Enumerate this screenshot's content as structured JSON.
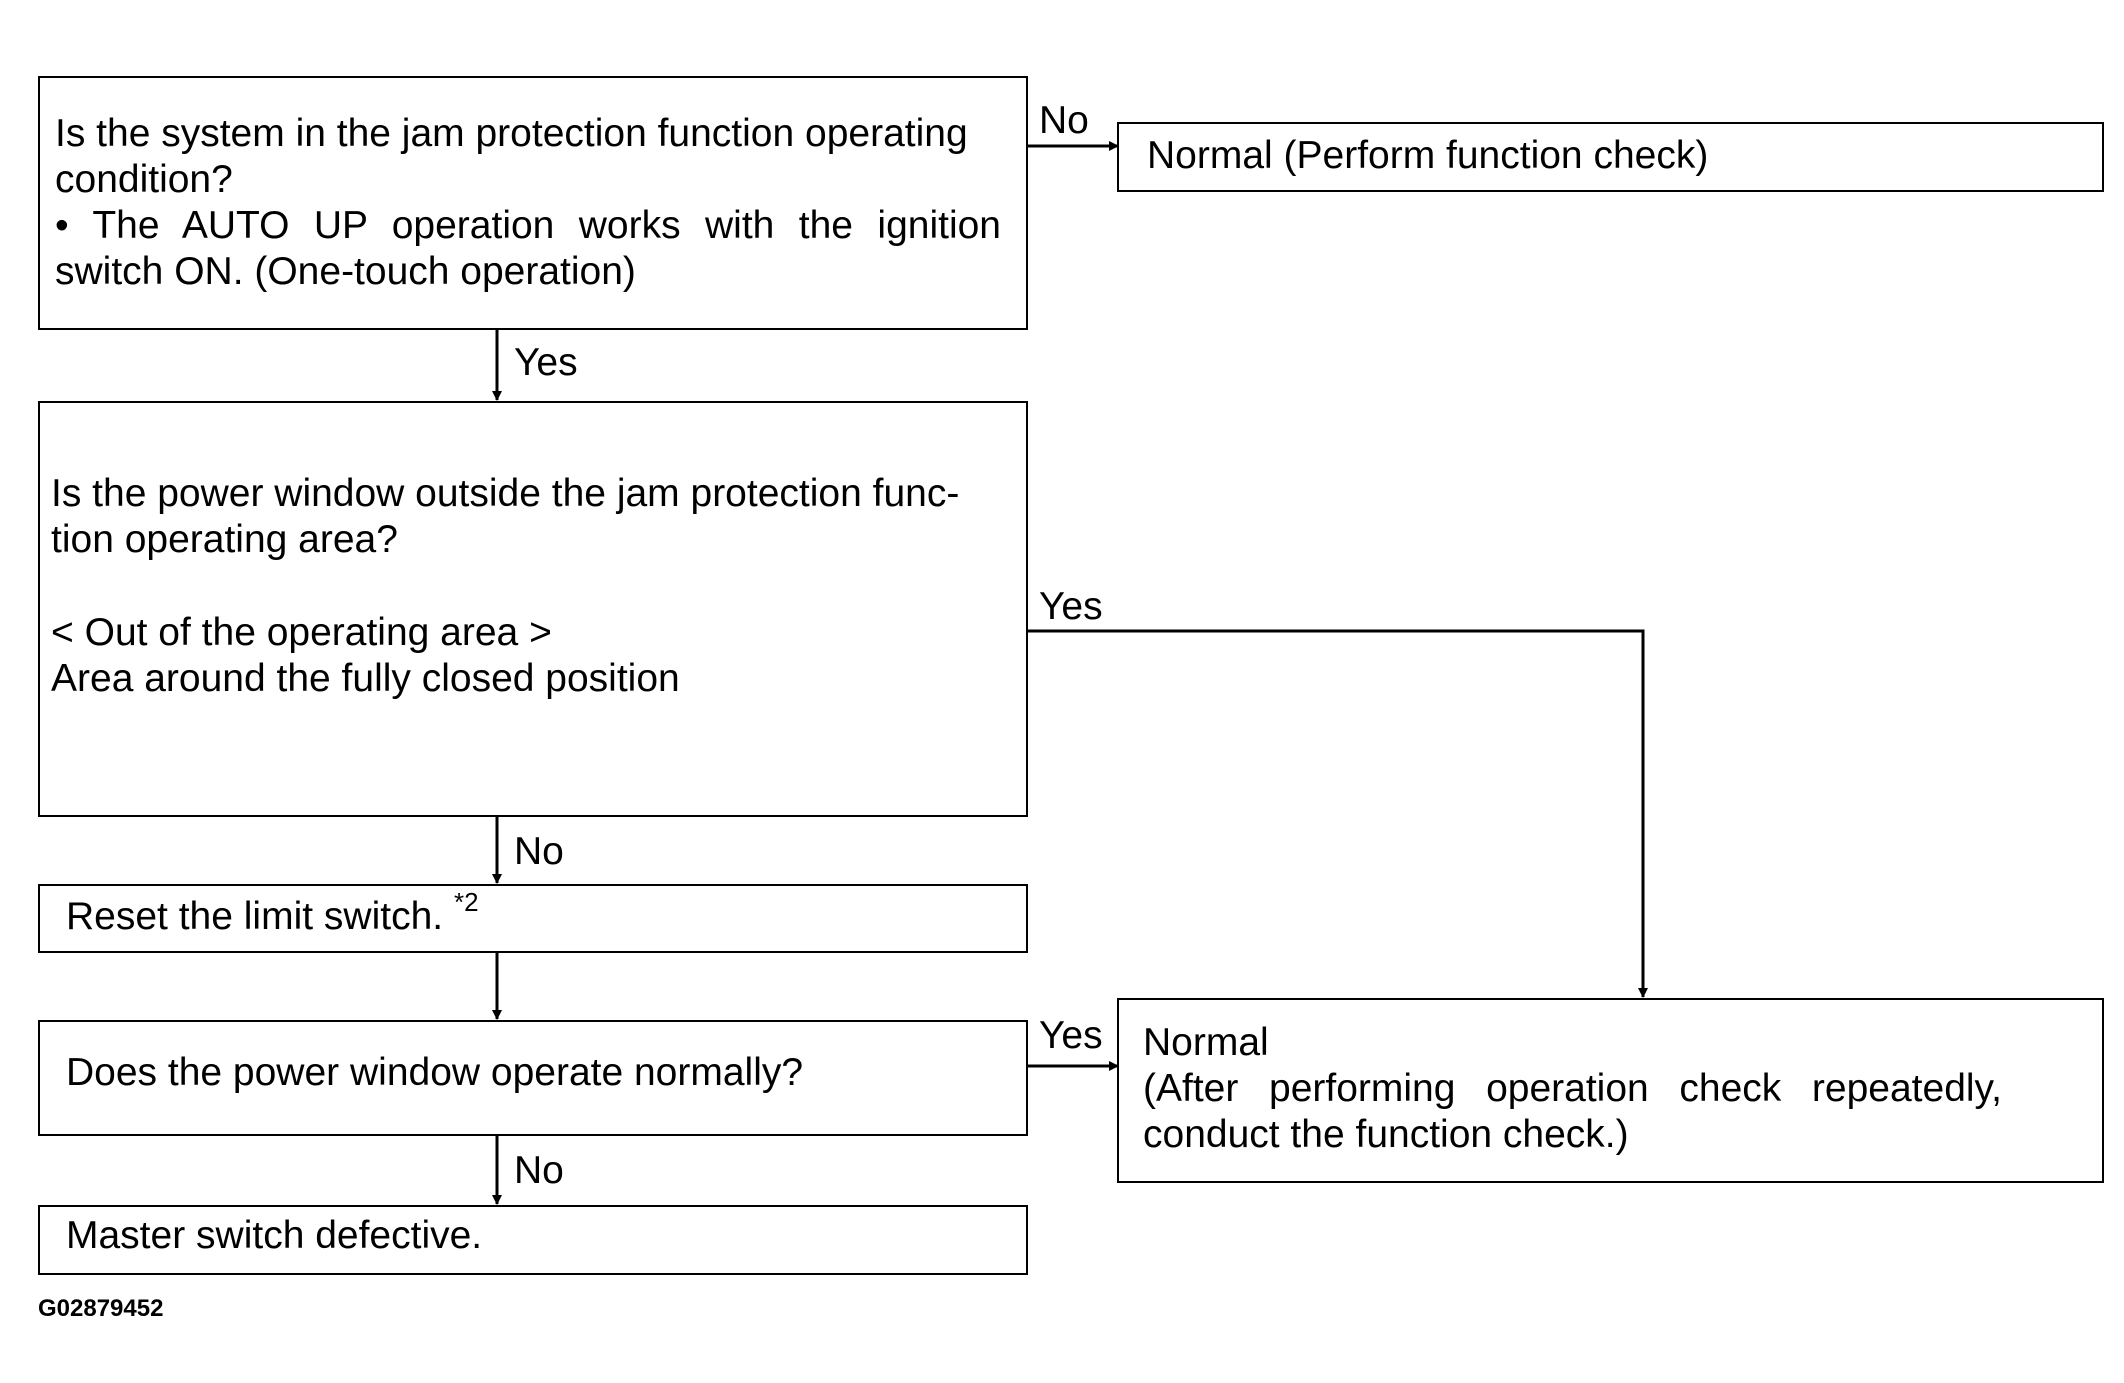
{
  "q1": {
    "line1": "Is the system in the jam protection function operating",
    "line2": "condition?",
    "bullet": "• The AUTO UP operation works with the ignition switch ON. (One-touch operation)"
  },
  "normal_function_check": "Normal (Perform function check)",
  "q2": {
    "line1": "Is the power window outside the jam protection func-",
    "line2": "tion operating area?",
    "line3": "< Out of the operating area >",
    "line4": "Area around the fully closed position"
  },
  "reset": {
    "text": "Reset the limit switch.",
    "note": "*2"
  },
  "q3": "Does the power window operate normally?",
  "defective": "Master switch defective.",
  "normal_operation": {
    "line1": "Normal",
    "line2": "(After performing operation check repeatedly,",
    "line3": "conduct the function check.)"
  },
  "labels": {
    "q1_no": "No",
    "q1_yes": "Yes",
    "q2_yes": "Yes",
    "q2_no": "No",
    "q3_yes": "Yes",
    "q3_no": "No"
  },
  "figure_code": "G02879452"
}
